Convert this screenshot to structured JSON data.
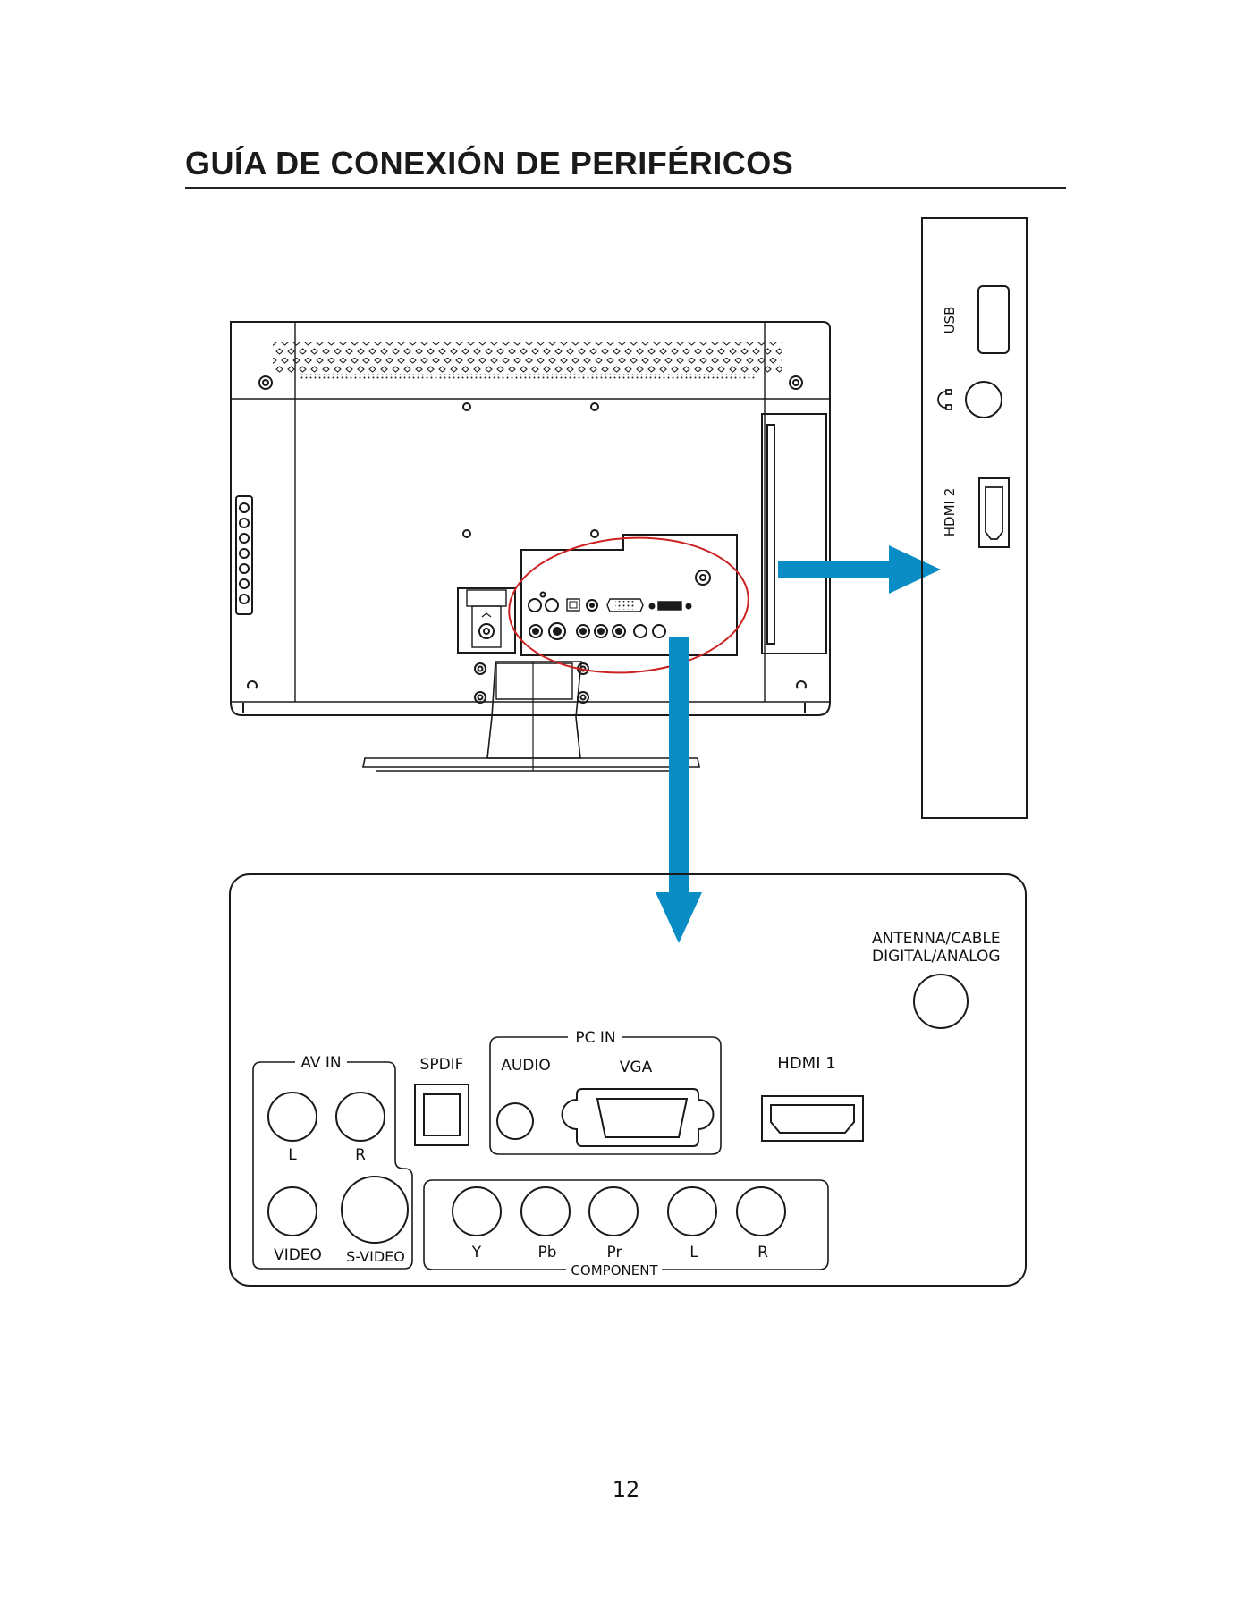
{
  "page": {
    "title": "GUÍA DE CONEXIÓN DE PERIFÉRICOS",
    "page_number": "12"
  },
  "side_panel": {
    "usb_label": "USB",
    "hdmi2_label": "HDMI 2"
  },
  "rear_panel": {
    "antenna_label_line1": "ANTENNA/CABLE",
    "antenna_label_line2": "DIGITAL/ANALOG",
    "av_in_label": "AV IN",
    "av_l_label": "L",
    "av_r_label": "R",
    "video_label": "VIDEO",
    "svideo_label": "S-VIDEO",
    "spdif_label": "SPDIF",
    "pc_in_label": "PC IN",
    "audio_label": "AUDIO",
    "vga_label": "VGA",
    "hdmi1_label": "HDMI 1",
    "component_label": "COMPONENT",
    "comp_y_label": "Y",
    "comp_pb_label": "Pb",
    "comp_pr_label": "Pr",
    "comp_l_label": "L",
    "comp_r_label": "R"
  },
  "colors": {
    "arrow": "#0a8cc4",
    "highlight_ellipse": "#cc2222",
    "line": "#1a1a1a"
  }
}
